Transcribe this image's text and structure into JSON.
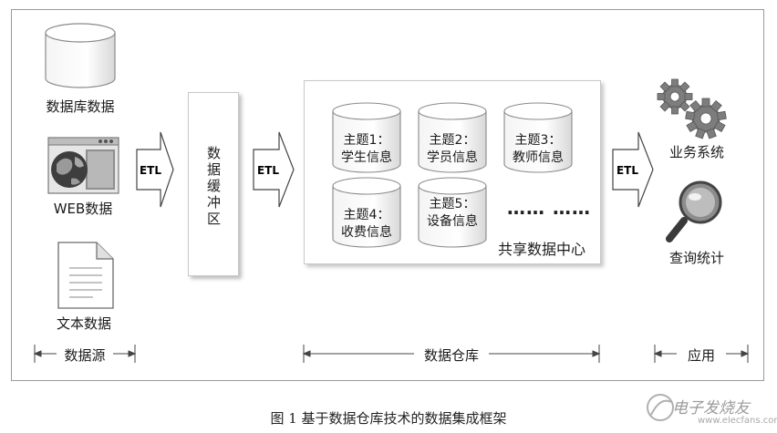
{
  "sources": {
    "database_label": "数据库数据",
    "web_label": "WEB数据",
    "text_label": "文本数据"
  },
  "etl": {
    "arrow1": "ETL",
    "arrow2": "ETL",
    "arrow3": "ETL"
  },
  "buffer": {
    "label": "数据缓冲区"
  },
  "warehouse": {
    "topics": [
      {
        "line1": "主题1：",
        "line2": "学生信息"
      },
      {
        "line1": "主题2：",
        "line2": "学员信息"
      },
      {
        "line1": "主题3：",
        "line2": "教师信息"
      },
      {
        "line1": "主题4：",
        "line2": "收费信息"
      },
      {
        "line1": "主题5：",
        "line2": "设备信息"
      }
    ],
    "ellipsis": "…… ……",
    "center_label": "共享数据中心"
  },
  "apps": {
    "business_label": "业务系统",
    "query_label": "查询统计"
  },
  "sections": {
    "source": "数据源",
    "warehouse": "数据仓库",
    "application": "应用"
  },
  "caption": "图 1    基于数据仓库技术的数据集成框架",
  "watermark": {
    "text": "电子发烧友",
    "url": "www.elecfans.com"
  },
  "colors": {
    "frame": "#9a9a9a",
    "gear": "#7d7d7d",
    "magnifier": "#555555",
    "arrow_fill": "#ffffff",
    "arrow_stroke": "#444444"
  },
  "icons": [
    "database-cylinder-icon",
    "web-browser-globe-icon",
    "text-document-icon",
    "gears-icon",
    "magnifier-icon",
    "etl-arrow-icon"
  ]
}
